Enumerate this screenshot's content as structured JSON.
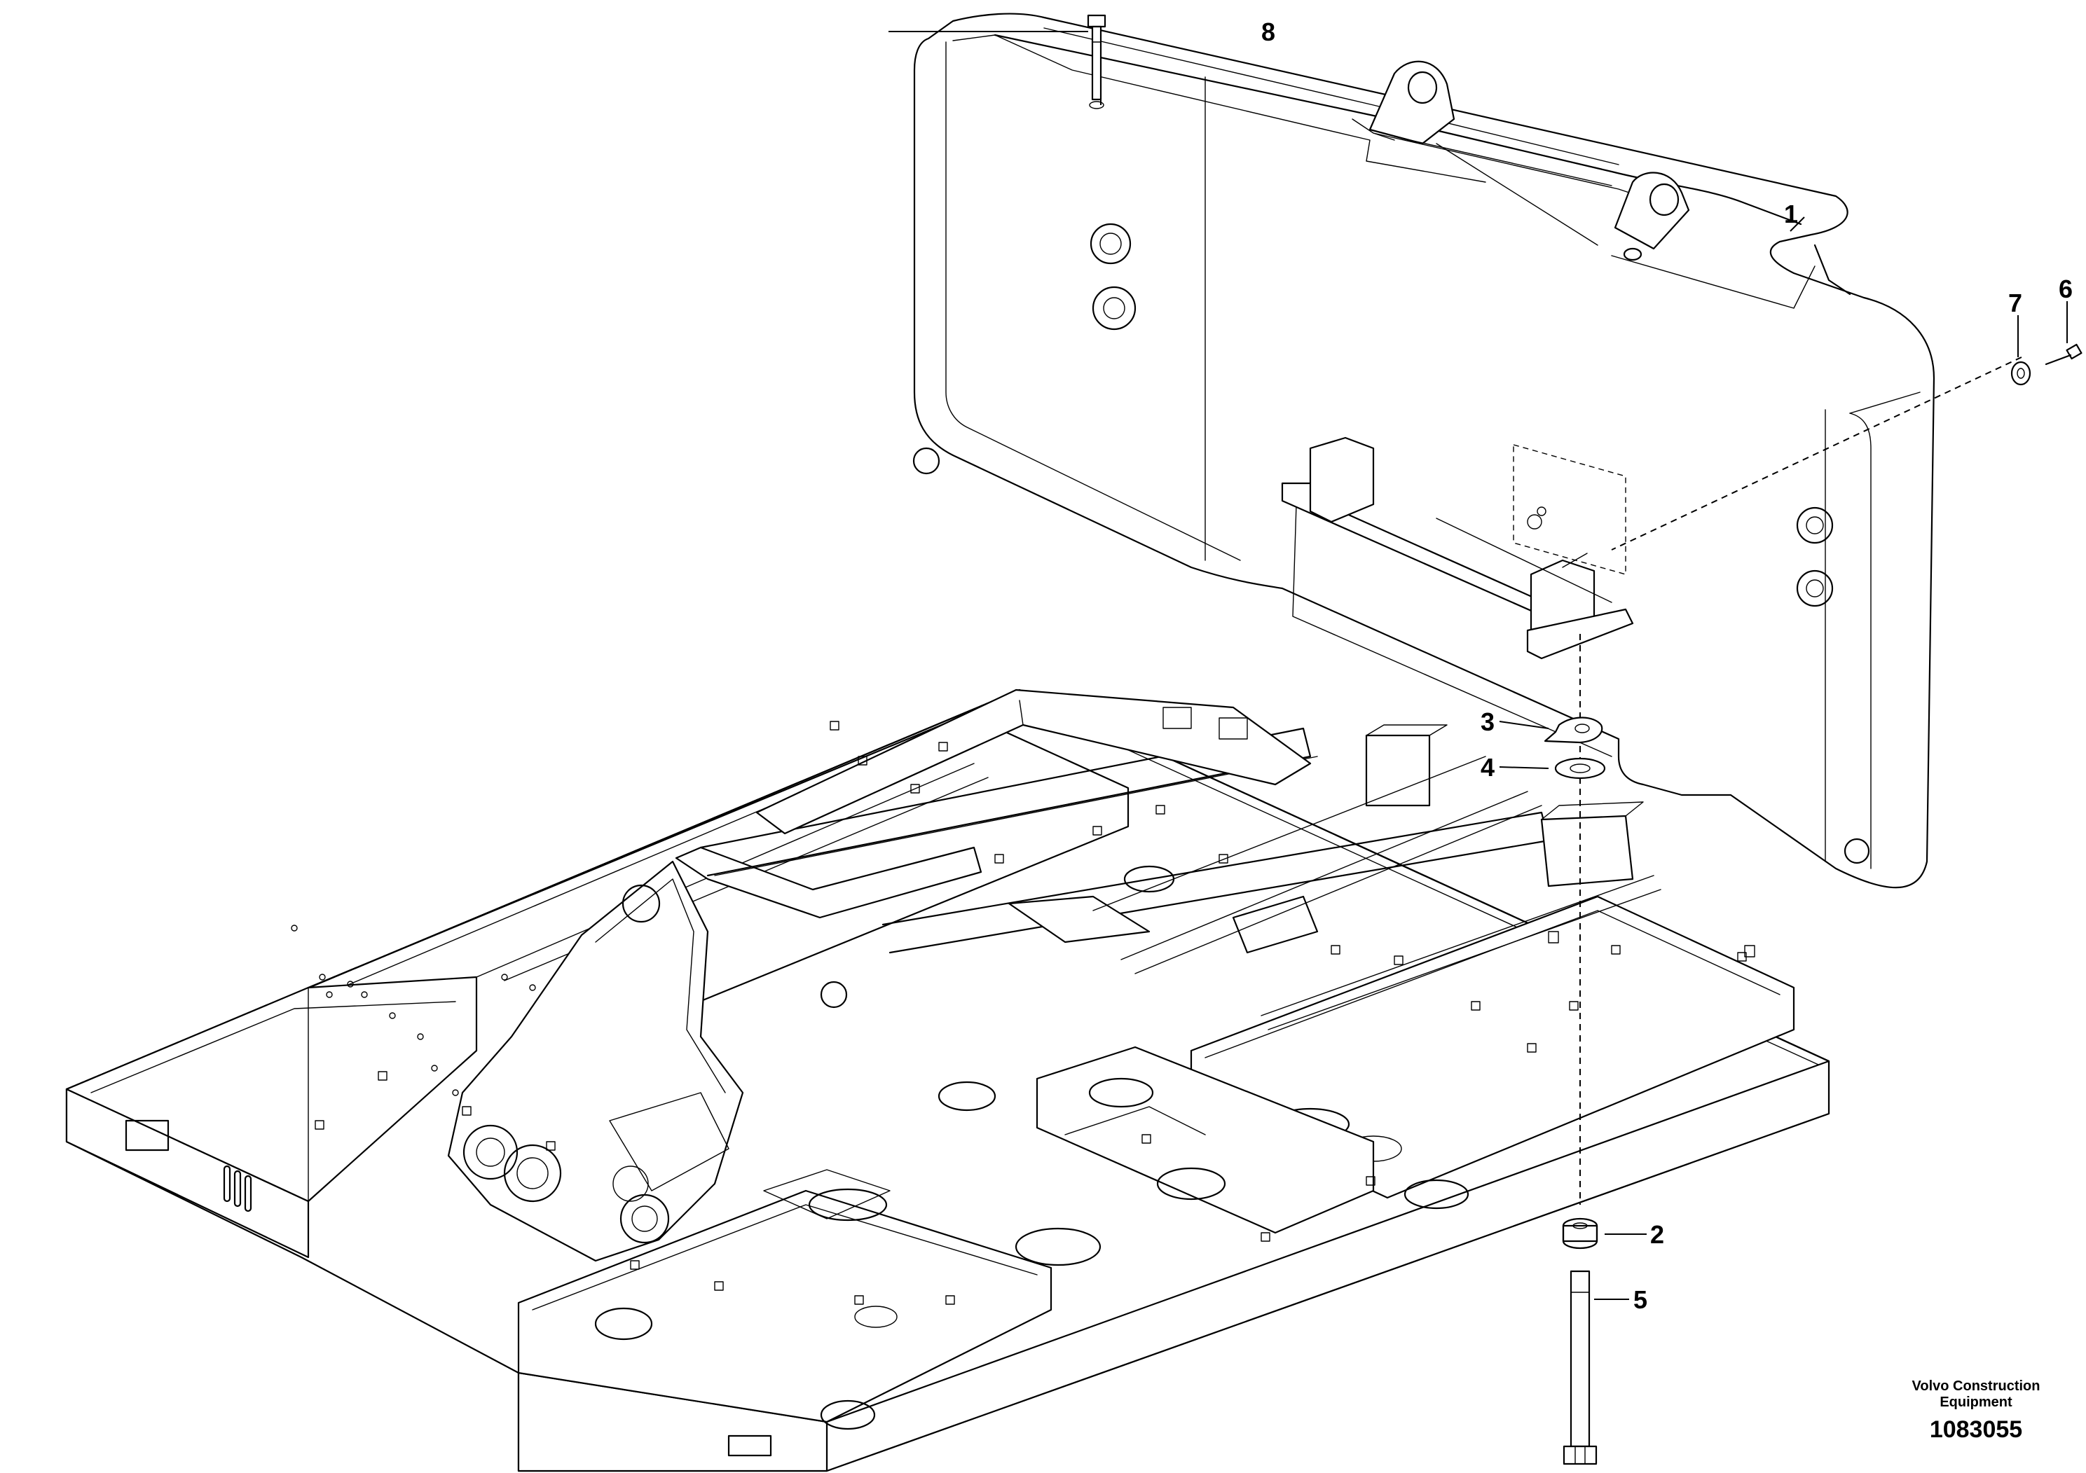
{
  "callouts": {
    "c1": "1",
    "c2": "2",
    "c3": "3",
    "c4": "4",
    "c5": "5",
    "c6": "6",
    "c7": "7",
    "c8": "8"
  },
  "credit": {
    "line1": "Volvo Construction",
    "line2": "Equipment",
    "number": "1083055"
  }
}
